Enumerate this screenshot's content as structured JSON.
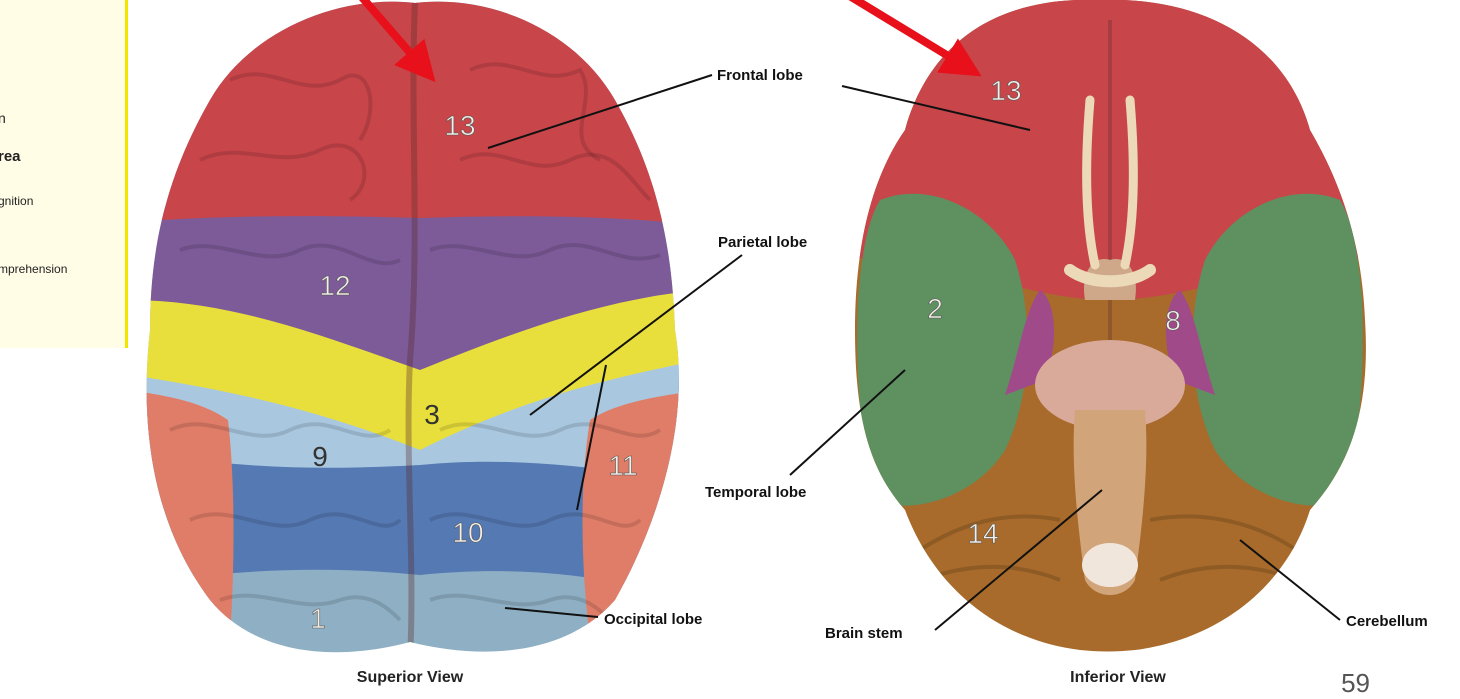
{
  "sidebar_fragments": [
    "n",
    "rea",
    "gnition",
    "mprehension"
  ],
  "superior_view": {
    "caption": "Superior View",
    "region_numbers": {
      "frontal": "13",
      "premotor": "12",
      "primary_motor": "3",
      "parietal": "9",
      "parietal_posterior": "10",
      "lateral": "11",
      "occipital": "1"
    }
  },
  "inferior_view": {
    "caption": "Inferior View",
    "region_numbers": {
      "frontal": "13",
      "temporal": "2",
      "medial": "8",
      "cerebellum": "14"
    }
  },
  "labels": {
    "frontal_lobe": "Frontal lobe",
    "parietal_lobe": "Parietal lobe",
    "temporal_lobe": "Temporal lobe",
    "occipital_lobe": "Occipital lobe",
    "brain_stem": "Brain stem",
    "cerebellum": "Cerebellum"
  },
  "slide_number": "59",
  "colors": {
    "frontal": "#c8454a",
    "premotor": "#7d5a98",
    "motor": "#e9df3c",
    "parietal": "#a9c8e0",
    "parietal_posterior": "#5579b3",
    "lateral": "#e07d68",
    "occipital": "#8fb0c4",
    "temporal": "#5f9060",
    "cerebellum": "#a86b2c",
    "stem": "#d2a47a",
    "arrow": "#e8101a",
    "callout_border": "#f2e600"
  }
}
